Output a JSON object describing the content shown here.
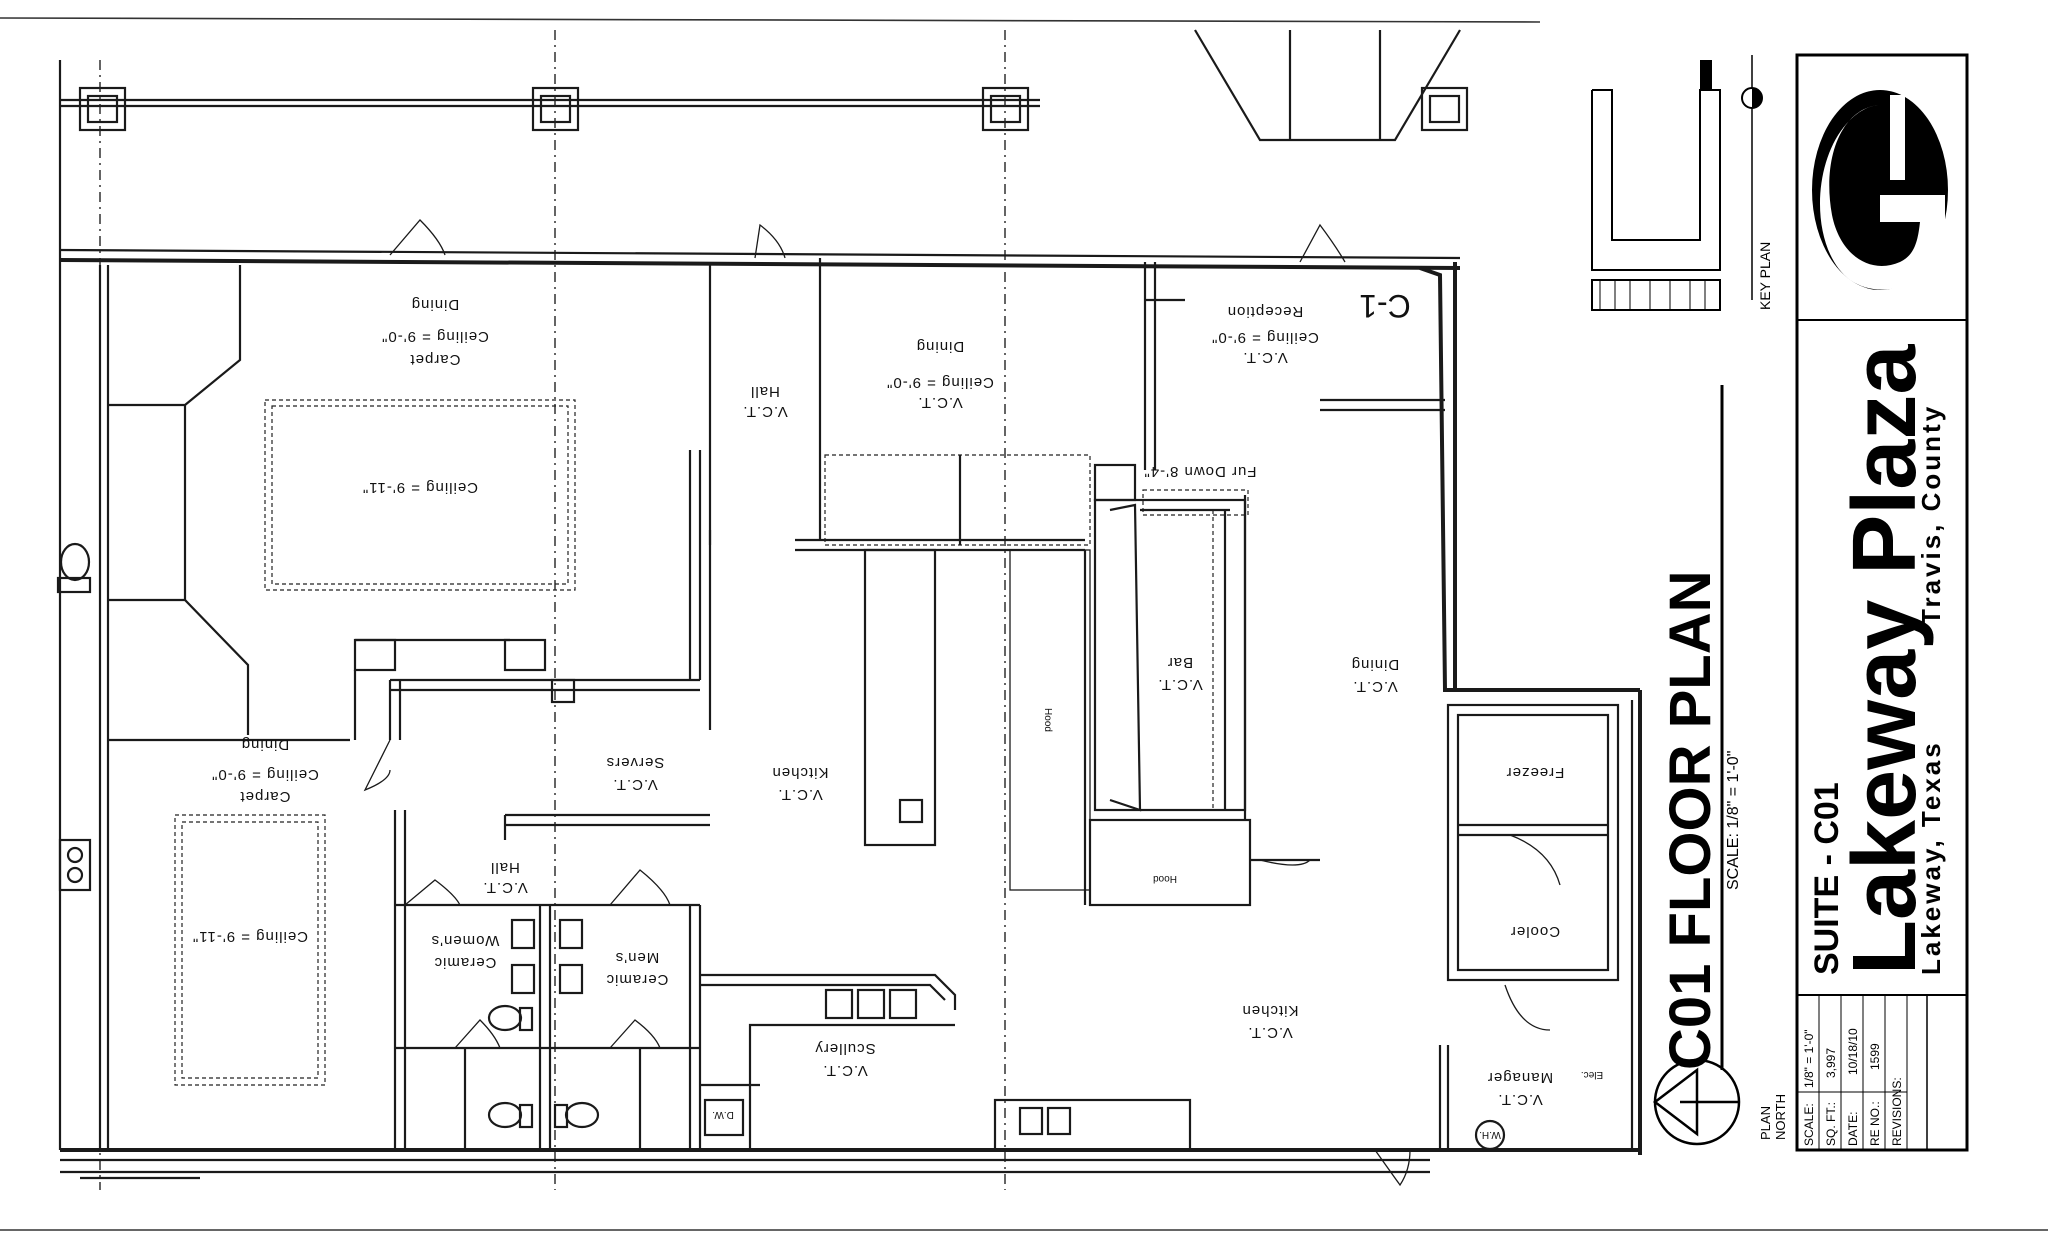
{
  "rooms": {
    "dining_top_left": {
      "name": "Dining",
      "ceiling": "Ceiling = 9'-0\"",
      "finish": "Carpet"
    },
    "ceiling_tl": "Ceiling = 9'-11\"",
    "dining_bottom_left": {
      "name": "Dining",
      "ceiling": "Ceiling = 9'-0\"",
      "finish": "Carpet"
    },
    "ceiling_bl": "Ceiling = 9'-11\"",
    "hall_top": {
      "name": "Hall",
      "finish": "V.C.T."
    },
    "dining_mid": {
      "name": "Dining",
      "ceiling": "Ceiling = 9'-0\"",
      "finish": "V.C.T."
    },
    "reception": {
      "name": "Reception",
      "ceiling": "Ceiling = 9'-0\"",
      "finish": "V.C.T."
    },
    "suite_tag": "C-1",
    "fur_down": "Fur Down 8'-4\"",
    "dining_right": {
      "name": "Dining",
      "finish": "V.C.T."
    },
    "bar": {
      "name": "Bar",
      "finish": "V.C.T."
    },
    "hood_vertical": "Hood",
    "hood_horizontal": "Hood",
    "kitchen_center": {
      "name": "Kitchen",
      "finish": "V.C.T."
    },
    "servers": {
      "name": "Servers",
      "finish": "V.C.T."
    },
    "hall_bottom": {
      "name": "Hall",
      "finish": "V.C.T."
    },
    "womens": {
      "name": "Women's",
      "finish": "Ceramic"
    },
    "mens": {
      "name": "Men's",
      "finish": "Ceramic"
    },
    "scullery": {
      "name": "Scullery",
      "finish": "V.C.T."
    },
    "dw": "D.W.",
    "kitchen_bottom": {
      "name": "Kitchen",
      "finish": "V.C.T."
    },
    "freezer": "Freezer",
    "cooler": "Cooler",
    "manager": {
      "name": "Manager",
      "finish": "V.C.T."
    },
    "elec": "Elec.",
    "wh": "W.H."
  },
  "plan_title": {
    "title": "C01 FLOOR PLAN",
    "scale": "SCALE: 1/8\" = 1'-0\""
  },
  "north": {
    "line1": "PLAN",
    "line2": "NORTH"
  },
  "key_plan": "KEY PLAN",
  "title_block": {
    "suite": "SUITE - C01",
    "project": "Lakeway Plaza",
    "location": "Lakeway, Texas",
    "county": "Travis, County",
    "scale_label": "SCALE:",
    "scale_value": "1/8\" = 1'-0\"",
    "sqft_label": "SQ. FT.:",
    "sqft_value": "3,997",
    "date_label": "DATE:",
    "date_value": "10/18/10",
    "re_label": "RE NO.:",
    "re_value": "1599",
    "revisions_label": "REVISIONS:"
  }
}
